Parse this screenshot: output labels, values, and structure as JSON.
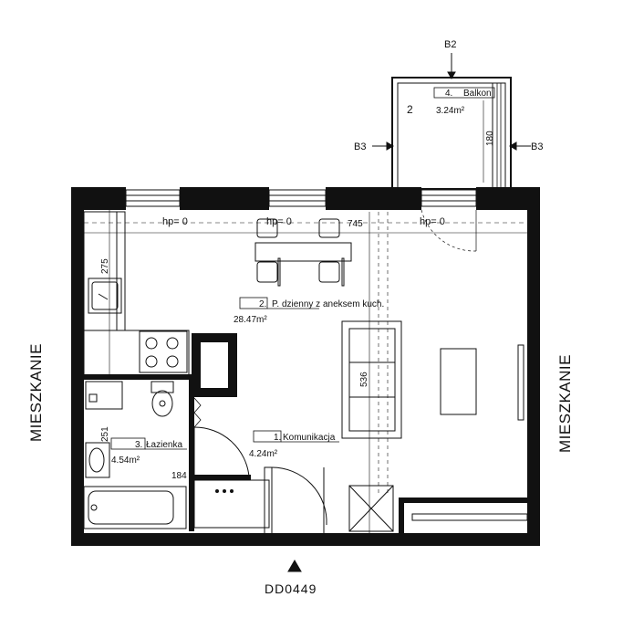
{
  "rooms": [
    {
      "num": "1.",
      "name": "Komunikacja",
      "area": "4.24m²"
    },
    {
      "num": "2.",
      "name": "P. dzienny z aneksem kuch.",
      "area": "28.47m²"
    },
    {
      "num": "3.",
      "name": "Łazienka",
      "area": "4.54m²"
    },
    {
      "num": "4.",
      "name": "Balkon",
      "area": "3.24m²"
    }
  ],
  "balcony_mark": "2",
  "labels": {
    "b2": "B2",
    "b3": "B3",
    "hp": "hp= 0",
    "neighbor": "MIESZKANIE",
    "unit_code": "DD0449"
  },
  "dims": {
    "d180": "180",
    "d275": "275",
    "d745": "745",
    "d536": "536",
    "d251": "251",
    "d184": "184"
  }
}
